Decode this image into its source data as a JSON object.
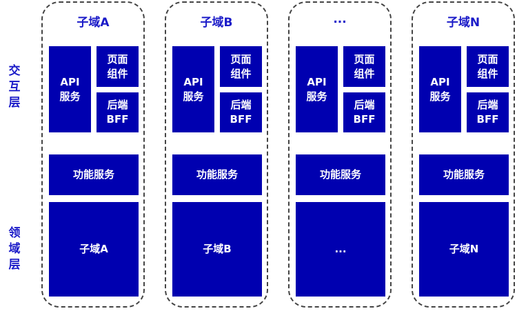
{
  "layers": [
    {
      "label": "交\n互\n层"
    },
    {
      "label": "领\n域\n层"
    }
  ],
  "columns": [
    {
      "title": "子域A",
      "api": "API\n服务",
      "page": "页面\n组件",
      "bff": "后端\nBFF",
      "func": "功能服务",
      "domain": "子域A"
    },
    {
      "title": "子域B",
      "api": "API\n服务",
      "page": "页面\n组件",
      "bff": "后端\nBFF",
      "func": "功能服务",
      "domain": "子域B"
    },
    {
      "title": "...",
      "api": "API\n服务",
      "page": "页面\n组件",
      "bff": "后端\nBFF",
      "func": "功能服务",
      "domain": "..."
    },
    {
      "title": "子域N",
      "api": "API\n服务",
      "page": "页面\n组件",
      "bff": "后端\nBFF",
      "func": "功能服务",
      "domain": "子域N"
    }
  ]
}
